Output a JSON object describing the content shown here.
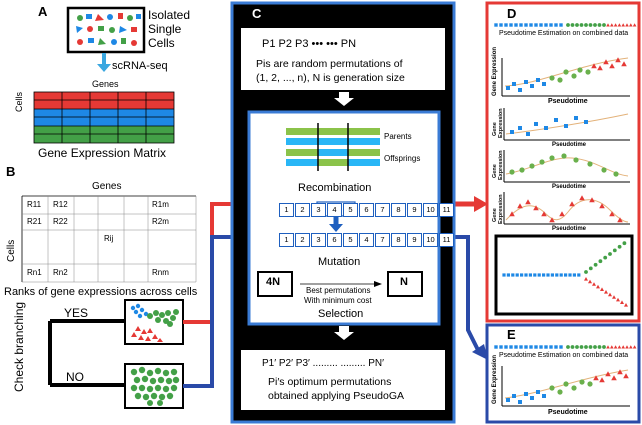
{
  "panels": {
    "a": "A",
    "b": "B",
    "c": "C",
    "d": "D",
    "e": "E"
  },
  "panel_a": {
    "caption_line1": "Isolated",
    "caption_line2": "Single",
    "caption_line3": "Cells",
    "method": "scRNA-seq",
    "genes_label": "Genes",
    "cells_label": "Cells",
    "matrix_title": "Gene Expression Matrix",
    "row_colors": [
      "#e53935",
      "#1e88e5",
      "#43a047"
    ]
  },
  "panel_b": {
    "genes_label": "Genes",
    "cells_label": "Cells",
    "cells": {
      "r11": "R11",
      "r12": "R12",
      "r1m": "R1m",
      "r21": "R21",
      "r22": "R22",
      "r2m": "R2m",
      "rij": "Rij",
      "rn1": "Rn1",
      "rn2": "Rn2",
      "rnm": "Rnm"
    },
    "caption": "Ranks of gene expressions across cells"
  },
  "branching": {
    "title": "Check branching",
    "yes": "YES",
    "no": "NO"
  },
  "panel_c": {
    "perm_line": "P1  P2  P3  •••       •••     PN",
    "perm_desc1": "Pis are random permutations of",
    "perm_desc2": "(1, 2, ..., n),  N is generation size",
    "parents": "Parents",
    "offsprings": "Offsprings",
    "recombination": "Recombination",
    "seq_top": [
      "1",
      "2",
      "3",
      "4",
      "5",
      "6",
      "7",
      "8",
      "9",
      "10",
      "11"
    ],
    "seq_bottom": [
      "1",
      "2",
      "3",
      "6",
      "5",
      "4",
      "7",
      "8",
      "9",
      "10",
      "11"
    ],
    "mutation": "Mutation",
    "pool_in": "4N",
    "pool_out": "N",
    "best1": "Best permutations",
    "best2": "With minimum cost",
    "selection": "Selection",
    "out_line": "P1′  P2′  P3′  .........    .........        PN′",
    "out_desc1": "Pi′s optimum permutations",
    "out_desc2": "obtained applying PseudoGA"
  },
  "panel_d": {
    "title": "Pseudotime Estimation on combined data",
    "ylabel": "Gene Expression",
    "xlabel": "Pseudotime",
    "small_ylabel1": "Gene",
    "small_ylabel2": "Expression"
  },
  "panel_e": {
    "title": "Pseudotime Estimation on combined data",
    "ylabel": "Gene Expression",
    "xlabel": "Pseudotime"
  },
  "colors": {
    "red_arrow": "#e53935",
    "blue_arrow": "#2a4aa8",
    "panel_c_bg": "#000000",
    "panel_c_border": "#3a7bd5",
    "panel_d_border": "#e53935",
    "panel_e_border": "#2a4aa8"
  }
}
